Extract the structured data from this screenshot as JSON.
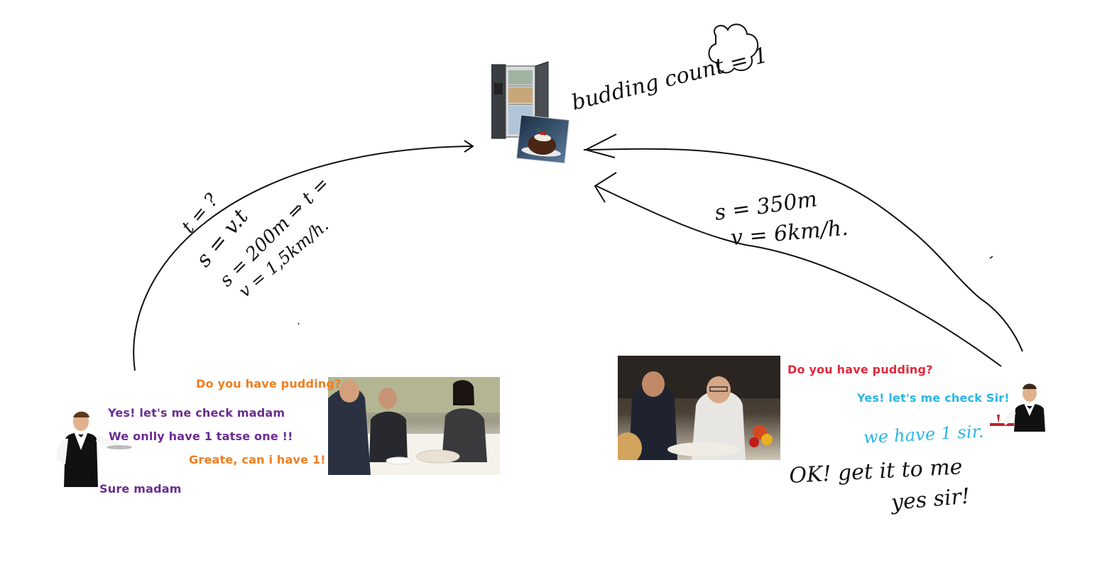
{
  "handwriting": {
    "pudding_count": "budding count = 1",
    "left_formula_t": "t = ?",
    "left_formula_s_vt": "s = v.t",
    "left_formula_s": "s = 200m ⇒ t =",
    "left_formula_v": "v = 1,5km/h.",
    "right_formula_s": "s = 350m",
    "right_formula_v": "v = 6km/h.",
    "ok_get": "OK! get it to me",
    "yes_sir": "yes sir!"
  },
  "left_dialog": {
    "q1": "Do you have pudding?",
    "a1": "Yes! let's me check madam",
    "a2": "We onlly have 1 tatse one !!",
    "q2": "Greate, can i have 1!",
    "a3": "Sure madam"
  },
  "right_dialog": {
    "q1": "Do you have pudding?",
    "a1": "Yes! let's me check Sir!",
    "a2": "we have 1 sir."
  },
  "colors": {
    "orange": "#f07d20",
    "purple": "#6a2c91",
    "red": "#e0283c",
    "cyan": "#2bb6e4",
    "ink": "#111111"
  },
  "icons": [
    "refrigerator-image",
    "pudding-image",
    "waiter-image",
    "restaurant-photo",
    "dinner-photo"
  ]
}
